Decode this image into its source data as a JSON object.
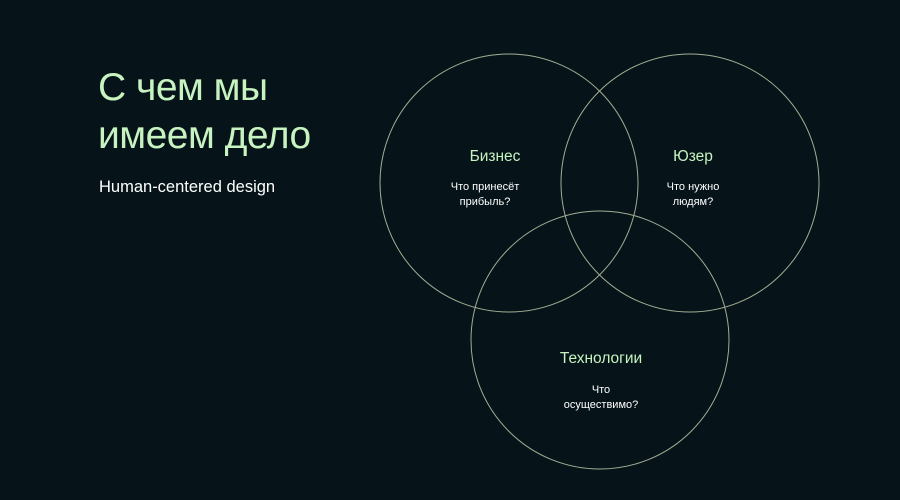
{
  "colors": {
    "background": "#06141a",
    "accent": "#c7f3c0",
    "text": "#ffffff",
    "circle_stroke": "#a3ad93"
  },
  "title": {
    "lines": [
      "С чем мы",
      "имеем дело"
    ]
  },
  "subtitle": "Human-centered design",
  "venn": {
    "business": {
      "label": "Бизнес",
      "question": [
        "Что принесёт",
        "прибыль?"
      ]
    },
    "user": {
      "label": "Юзер",
      "question": [
        "Что нужно",
        "людям?"
      ]
    },
    "tech": {
      "label": "Технологии",
      "question": [
        "Что",
        "осуществимо?"
      ]
    }
  }
}
